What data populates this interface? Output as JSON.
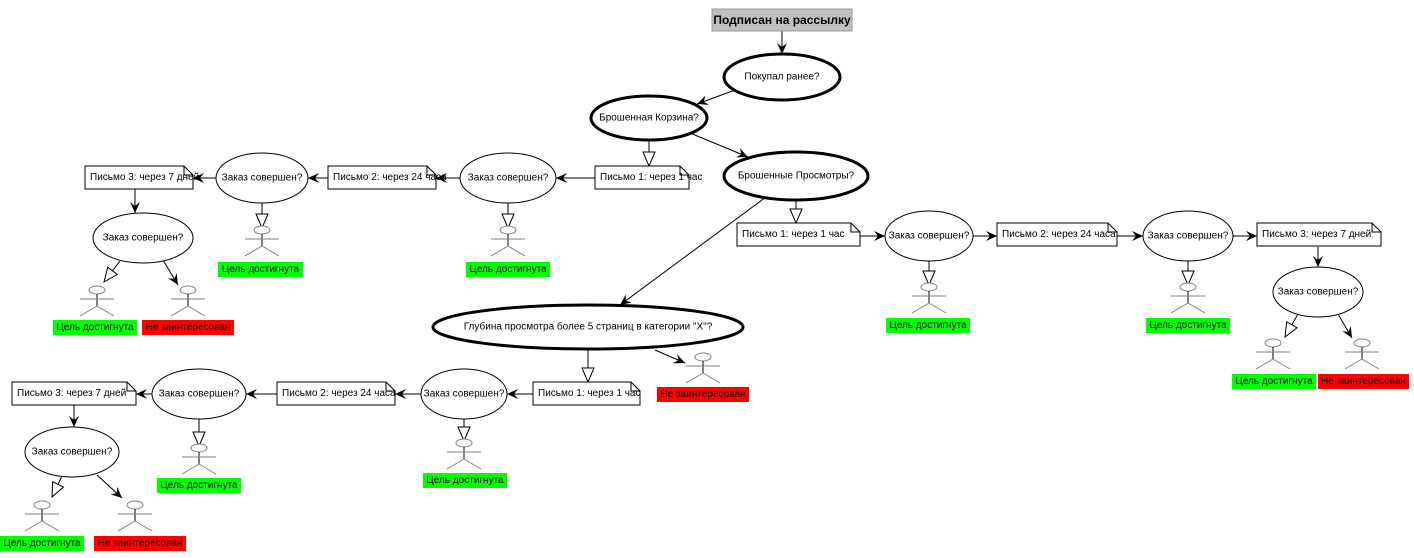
{
  "title": "Подписан на рассылку",
  "decisions": {
    "bought": "Покупал ранее?",
    "cart": "Брошенная Корзина?",
    "views": "Брошенные Просмотры?",
    "depth": "Глубина просмотра более 5 страниц в категории \"X\"?"
  },
  "order_question": "Заказ совершен?",
  "letters": [
    "Письмо 1: через 1 час",
    "Письмо 2: через 24 часа",
    "Письмо 3: через 7 дней"
  ],
  "outcomes": {
    "goal": "Цель достигнута",
    "not_interested": "Не заинтересован"
  },
  "colors": {
    "goal": "#00ff00",
    "not_interested": "#ff0000",
    "title_bg": "#c0c0c0",
    "actor": "#808080"
  }
}
